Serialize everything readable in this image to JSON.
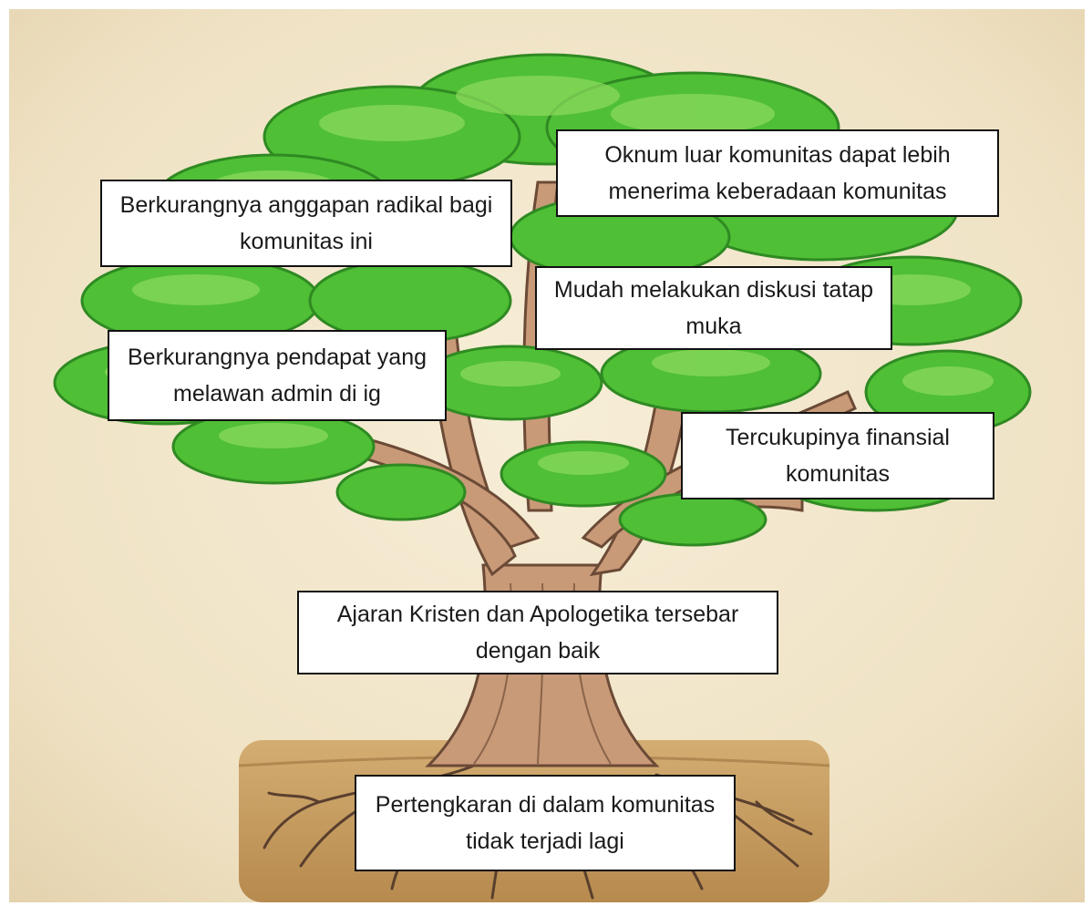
{
  "colors": {
    "paper": "#f1e6cc",
    "foliage": "#4fbf36",
    "foliage_dark": "#2f8a22",
    "foliage_light": "#8fdc5e",
    "trunk": "#c99a78",
    "trunk_outline": "#6b4a36",
    "soil": "#c39a5e",
    "root": "#5a3f2e",
    "box_border": "#111111"
  },
  "labels": {
    "fruit_1": "Oknum luar komunitas dapat lebih menerima keberadaan komunitas",
    "fruit_2": "Berkurangnya anggapan radikal bagi komunitas ini",
    "fruit_3": "Mudah melakukan diskusi tatap muka",
    "fruit_4": "Berkurangnya pendapat yang melawan admin di ig",
    "fruit_5": "Tercukupinya finansial komunitas",
    "trunk": "Ajaran Kristen dan Apologetika tersebar dengan baik",
    "roots": "Pertengkaran di dalam komunitas tidak terjadi lagi"
  }
}
